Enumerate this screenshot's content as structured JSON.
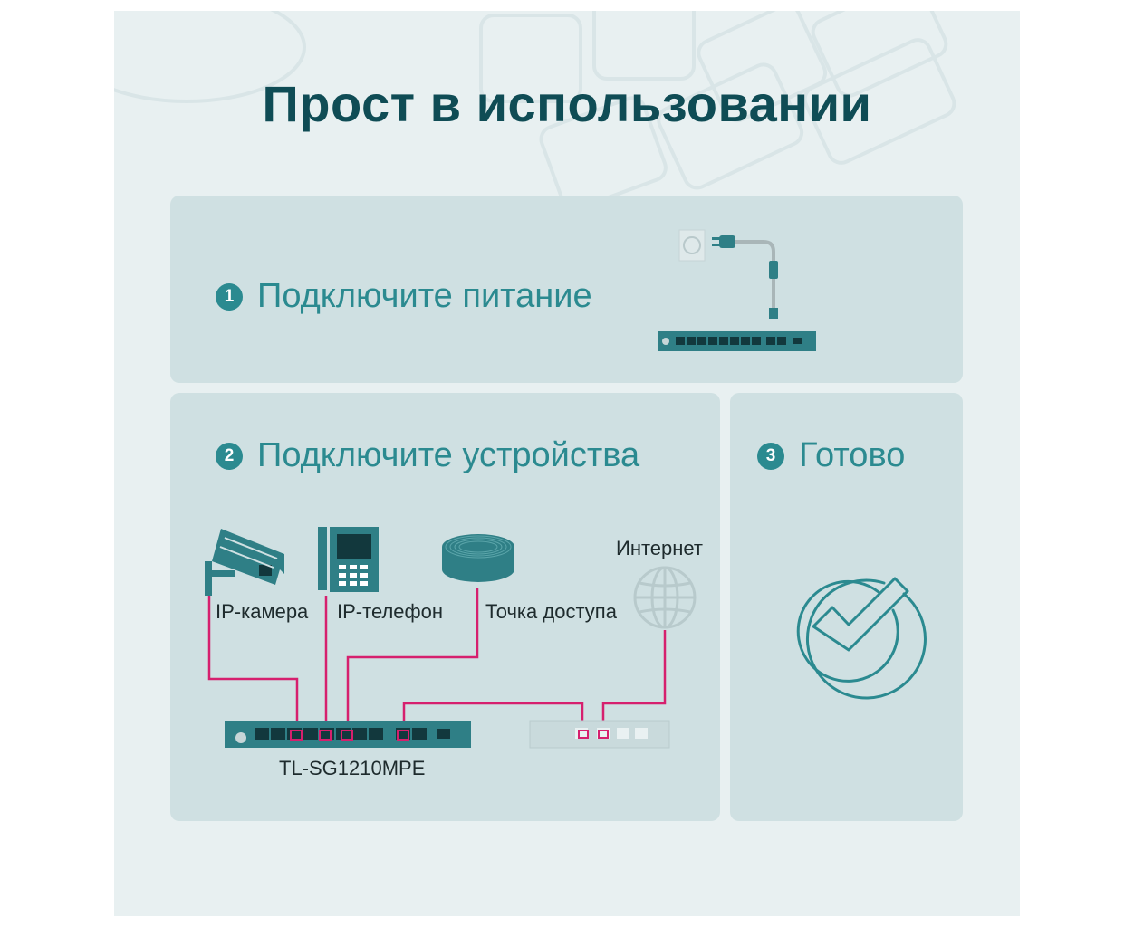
{
  "title": "Прост в использовании",
  "steps": [
    {
      "number": "1",
      "label": "Подключите питание"
    },
    {
      "number": "2",
      "label": "Подключите устройства"
    },
    {
      "number": "3",
      "label": "Готово"
    }
  ],
  "devices": {
    "camera": "IP-камера",
    "phone": "IP-телефон",
    "ap": "Точка доступа",
    "internet": "Интернет",
    "switch_model": "TL-SG1210MPE"
  },
  "colors": {
    "title": "#0f4c55",
    "accent": "#2b8a90",
    "panel": "#cfe0e2",
    "cable": "#d6206e",
    "device": "#2f7f86"
  }
}
